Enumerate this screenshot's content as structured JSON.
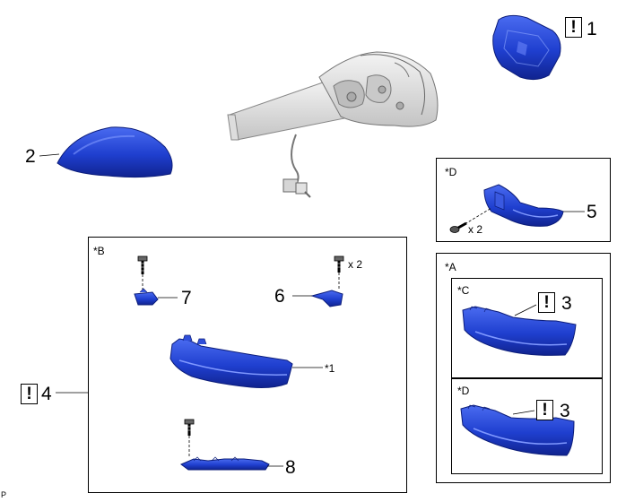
{
  "parts": {
    "p1": "1",
    "p2": "2",
    "p3a": "3",
    "p3b": "3",
    "p4": "4",
    "p5": "5",
    "p6": "6",
    "p7": "7",
    "p8": "8"
  },
  "frames": {
    "b": "*B",
    "d_top": "*D",
    "a": "*A",
    "c": "*C",
    "d_bottom": "*D"
  },
  "notes": {
    "star1": "*1",
    "x2_screws_6": "x 2",
    "x2_screws_5": "x 2",
    "corner": "P"
  },
  "icons": {
    "warning": "!"
  },
  "colors": {
    "part_blue": "#1f3fcf",
    "part_blue_light": "#3f61ea",
    "part_blue_dark": "#10238f"
  }
}
